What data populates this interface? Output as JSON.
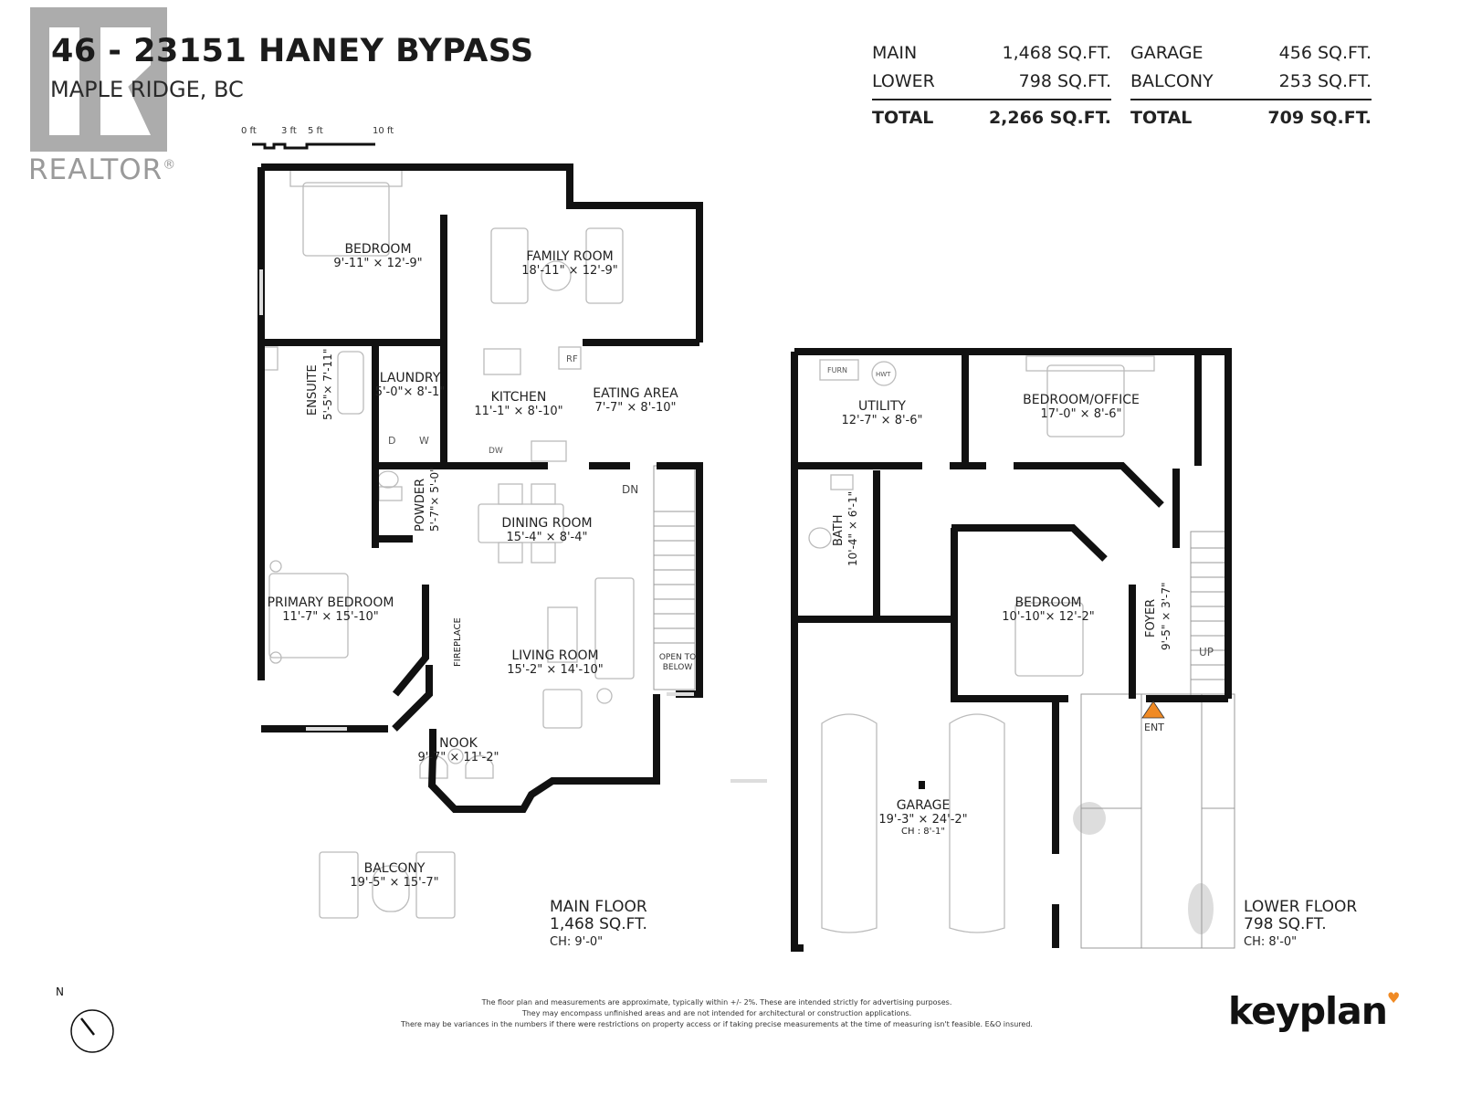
{
  "header": {
    "address": "46 - 23151 HANEY BYPASS",
    "city": "MAPLE RIDGE, BC"
  },
  "realtor_logo": {
    "text": "REALTOR",
    "mark": "®"
  },
  "area_summary": {
    "living": {
      "rows": [
        {
          "label": "MAIN",
          "value": "1,468 SQ.FT."
        },
        {
          "label": "LOWER",
          "value": "798 SQ.FT."
        }
      ],
      "total_label": "TOTAL",
      "total_value": "2,266 SQ.FT."
    },
    "non_living": {
      "rows": [
        {
          "label": "GARAGE",
          "value": "456 SQ.FT."
        },
        {
          "label": "BALCONY",
          "value": "253 SQ.FT."
        }
      ],
      "total_label": "TOTAL",
      "total_value": "709 SQ.FT."
    }
  },
  "scale": {
    "ticks": [
      "0 ft",
      "3 ft",
      "5 ft",
      "10 ft"
    ]
  },
  "main_floor": {
    "caption": {
      "name": "MAIN FLOOR",
      "area": "1,468 SQ.FT.",
      "ceiling": "CH: 9'-0\""
    },
    "rooms": {
      "bedroom": {
        "name": "BEDROOM",
        "dim": "9'-11\" × 12'-9\""
      },
      "family_room": {
        "name": "FAMILY ROOM",
        "dim": "18'-11\" × 12'-9\""
      },
      "ensuite": {
        "name": "ENSUITE",
        "dim": "5'-5\"× 7'-11\""
      },
      "laundry": {
        "name": "LAUNDRY",
        "dim": "5'-0\"× 8'-1\""
      },
      "kitchen": {
        "name": "KITCHEN",
        "dim": "11'-1\" × 8'-10\""
      },
      "eating_area": {
        "name": "EATING AREA",
        "dim": "7'-7\" × 8'-10\""
      },
      "powder": {
        "name": "POWDER",
        "dim": "5'-7\"× 5'-0\""
      },
      "dining_room": {
        "name": "DINING ROOM",
        "dim": "15'-4\" × 8'-4\""
      },
      "primary_bedroom": {
        "name": "PRIMARY BEDROOM",
        "dim": "11'-7\" × 15'-10\""
      },
      "living_room": {
        "name": "LIVING ROOM",
        "dim": "15'-2\" × 14'-10\""
      },
      "nook": {
        "name": "NOOK",
        "dim": "9'-7\" × 11'-2\""
      },
      "balcony": {
        "name": "BALCONY",
        "dim": "19'-5\" × 15'-7\""
      }
    },
    "fixtures": {
      "fireplace": "FIREPLACE",
      "refrigerator": "RF",
      "dishwasher": "DW",
      "dryer": "D",
      "washer": "W",
      "stairs_down": "DN",
      "open_to_below": "OPEN TO\nBELOW"
    }
  },
  "lower_floor": {
    "caption": {
      "name": "LOWER FLOOR",
      "area": "798 SQ.FT.",
      "ceiling": "CH: 8'-0\""
    },
    "rooms": {
      "utility": {
        "name": "UTILITY",
        "dim": "12'-7\" × 8'-6\""
      },
      "bedroom_office": {
        "name": "BEDROOM/OFFICE",
        "dim": "17'-0\" × 8'-6\""
      },
      "bath": {
        "name": "BATH",
        "dim": "10'-4\" × 6'-1\""
      },
      "bedroom": {
        "name": "BEDROOM",
        "dim": "10'-10\"× 12'-2\""
      },
      "foyer": {
        "name": "FOYER",
        "dim": "9'-5\" × 3'-7\""
      },
      "garage": {
        "name": "GARAGE",
        "dim": "19'-3\" × 24'-2\"",
        "ceiling": "CH : 8'-1\""
      }
    },
    "fixtures": {
      "furnace": "FURN",
      "hot_water_tank": "HWT",
      "stairs_up": "UP",
      "entrance": "ENT"
    }
  },
  "footer": {
    "compass_label": "N",
    "disclaimer": [
      "The floor plan and measurements are approximate, typically within +/- 2%. These are intended strictly for advertising purposes.",
      "They may encompass unfinished areas and are not intended for architectural or construction applications.",
      "There may be variances in the numbers if there were restrictions on property access or if taking precise measurements at the time of measuring isn't feasible. E&O insured."
    ],
    "brand": "keyplan",
    "brand_mark": "♥"
  },
  "colors": {
    "wall": "#111111",
    "furniture": "#bbbbbb",
    "entrance_marker": "#f08a24",
    "realtor_gray": "#9e9e9e"
  }
}
